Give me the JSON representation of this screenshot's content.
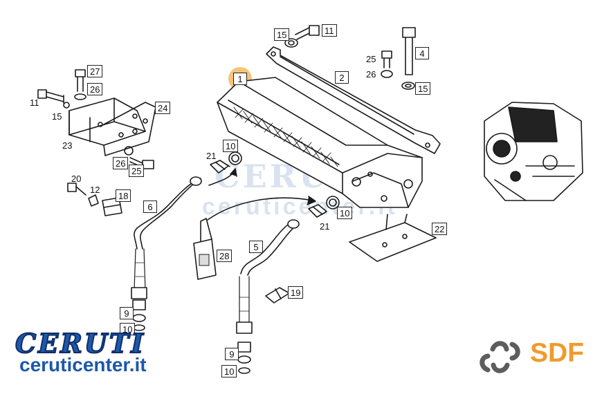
{
  "watermark": {
    "line1": "CERUTI",
    "line2": "ceruticenter.it"
  },
  "parts": [
    {
      "id": "p1",
      "num": "1",
      "boxed": true,
      "highlight": true
    },
    {
      "id": "p2",
      "num": "2",
      "boxed": true
    },
    {
      "id": "p4",
      "num": "4",
      "boxed": true
    },
    {
      "id": "p5",
      "num": "5",
      "boxed": true
    },
    {
      "id": "p6",
      "num": "6",
      "boxed": true
    },
    {
      "id": "p9a",
      "num": "9",
      "boxed": true
    },
    {
      "id": "p9b",
      "num": "9",
      "boxed": true
    },
    {
      "id": "p10a",
      "num": "10",
      "boxed": true
    },
    {
      "id": "p10b",
      "num": "10",
      "boxed": true
    },
    {
      "id": "p10c",
      "num": "10",
      "boxed": true
    },
    {
      "id": "p10d",
      "num": "10",
      "boxed": true
    },
    {
      "id": "p11a",
      "num": "11",
      "boxed": false
    },
    {
      "id": "p11b",
      "num": "11",
      "boxed": true
    },
    {
      "id": "p12",
      "num": "12",
      "boxed": false
    },
    {
      "id": "p15a",
      "num": "15",
      "boxed": false
    },
    {
      "id": "p15b",
      "num": "15",
      "boxed": true
    },
    {
      "id": "p15c",
      "num": "15",
      "boxed": true
    },
    {
      "id": "p18",
      "num": "18",
      "boxed": true
    },
    {
      "id": "p19",
      "num": "19",
      "boxed": true
    },
    {
      "id": "p20",
      "num": "20",
      "boxed": false
    },
    {
      "id": "p21a",
      "num": "21",
      "boxed": false
    },
    {
      "id": "p21b",
      "num": "21",
      "boxed": false
    },
    {
      "id": "p22",
      "num": "22",
      "boxed": true
    },
    {
      "id": "p23",
      "num": "23",
      "boxed": false
    },
    {
      "id": "p24",
      "num": "24",
      "boxed": true
    },
    {
      "id": "p25a",
      "num": "25",
      "boxed": false
    },
    {
      "id": "p25b",
      "num": "25",
      "boxed": true
    },
    {
      "id": "p26a",
      "num": "26",
      "boxed": false
    },
    {
      "id": "p26b",
      "num": "26",
      "boxed": true
    },
    {
      "id": "p26c",
      "num": "26",
      "boxed": true
    },
    {
      "id": "p27",
      "num": "27",
      "boxed": true
    },
    {
      "id": "p28",
      "num": "28",
      "boxed": true
    }
  ],
  "branding": {
    "ceruti_logo": "CERUTI",
    "ceruti_url": "ceruticenter.it",
    "sdf_text": "SDF"
  },
  "colors": {
    "ceruti_blue": "#1e58a8",
    "sdf_orange": "#f09a2c",
    "highlight": "#f4b860",
    "line": "#1a1a1a",
    "watermark": "#d9e3ef"
  }
}
